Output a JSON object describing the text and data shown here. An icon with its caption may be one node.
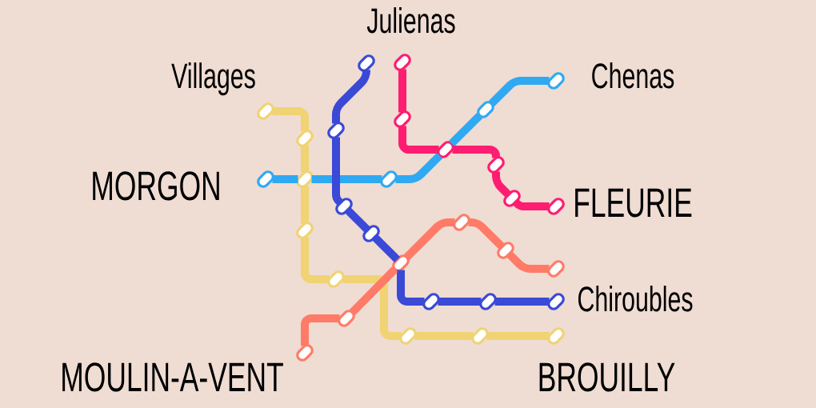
{
  "diagram": {
    "nodes": [
      {
        "text": [],
        "shape": "pill"
      },
      {
        "text": [],
        "shape": "pill"
      },
      {
        "text": [],
        "shape": "pill"
      },
      {
        "text": [],
        "shape": "pill"
      },
      {
        "text": [],
        "shape": "pill"
      },
      {
        "text": [],
        "shape": "pill"
      },
      {
        "text": [],
        "shape": "pill"
      },
      {
        "text": [],
        "shape": "pill"
      },
      {
        "text": [],
        "shape": "pill"
      },
      {
        "text": [],
        "shape": "pill"
      },
      {
        "text": [],
        "shape": "pill"
      },
      {
        "text": [],
        "shape": "pill"
      },
      {
        "text": [],
        "shape": "pill"
      },
      {
        "text": [],
        "shape": "pill"
      },
      {
        "text": [],
        "shape": "pill"
      },
      {
        "text": [],
        "shape": "pill"
      },
      {
        "text": [],
        "shape": "pill"
      },
      {
        "text": [],
        "shape": "pill"
      },
      {
        "text": [],
        "shape": "pill"
      },
      {
        "text": [],
        "shape": "pill"
      },
      {
        "text": [],
        "shape": "pill"
      },
      {
        "text": [],
        "shape": "pill"
      },
      {
        "text": [],
        "shape": "pill"
      },
      {
        "text": [],
        "shape": "pill"
      },
      {
        "text": [],
        "shape": "pill"
      },
      {
        "text": [],
        "shape": "pill"
      },
      {
        "text": [],
        "shape": "pill"
      },
      {
        "text": [],
        "shape": "pill"
      },
      {
        "text": [],
        "shape": "pill"
      },
      {
        "text": [],
        "shape": "pill"
      },
      {
        "text": [],
        "shape": "pill"
      }
    ],
    "edges": [
      {
        "from": 0,
        "to": 1,
        "arrow": "none",
        "color": "#f0d372"
      },
      {
        "from": 1,
        "to": 2,
        "arrow": "none",
        "color": "#f0d372"
      },
      {
        "from": 2,
        "to": 3,
        "arrow": "none",
        "color": "#f0d372"
      },
      {
        "from": 3,
        "to": 4,
        "arrow": "none",
        "color": "#f0d372"
      },
      {
        "from": 4,
        "to": 5,
        "arrow": "none",
        "color": "#f0d372"
      },
      {
        "from": 5,
        "to": 6,
        "arrow": "none",
        "color": "#f0d372"
      },
      {
        "from": 6,
        "to": 7,
        "arrow": "none",
        "color": "#f0d372"
      },
      {
        "from": 8,
        "to": 2,
        "arrow": "none",
        "color": "#2fa9f2"
      },
      {
        "from": 2,
        "to": 9,
        "arrow": "none",
        "color": "#2fa9f2"
      },
      {
        "from": 9,
        "to": 21,
        "arrow": "none",
        "color": "#2fa9f2"
      },
      {
        "from": 21,
        "to": 10,
        "arrow": "none",
        "color": "#2fa9f2"
      },
      {
        "from": 10,
        "to": 11,
        "arrow": "none",
        "color": "#2fa9f2"
      },
      {
        "from": 12,
        "to": 13,
        "arrow": "none",
        "color": "#3a49d6"
      },
      {
        "from": 13,
        "to": 14,
        "arrow": "none",
        "color": "#3a49d6"
      },
      {
        "from": 14,
        "to": 15,
        "arrow": "none",
        "color": "#3a49d6"
      },
      {
        "from": 15,
        "to": 27,
        "arrow": "none",
        "color": "#3a49d6"
      },
      {
        "from": 27,
        "to": 16,
        "arrow": "none",
        "color": "#3a49d6"
      },
      {
        "from": 16,
        "to": 17,
        "arrow": "none",
        "color": "#3a49d6"
      },
      {
        "from": 17,
        "to": 18,
        "arrow": "none",
        "color": "#3a49d6"
      },
      {
        "from": 19,
        "to": 20,
        "arrow": "none",
        "color": "#fe1d70"
      },
      {
        "from": 20,
        "to": 21,
        "arrow": "none",
        "color": "#fe1d70"
      },
      {
        "from": 21,
        "to": 22,
        "arrow": "none",
        "color": "#fe1d70"
      },
      {
        "from": 22,
        "to": 23,
        "arrow": "none",
        "color": "#fe1d70"
      },
      {
        "from": 23,
        "to": 24,
        "arrow": "none",
        "color": "#fe1d70"
      },
      {
        "from": 25,
        "to": 26,
        "arrow": "none",
        "color": "#ff7b68"
      },
      {
        "from": 26,
        "to": 27,
        "arrow": "none",
        "color": "#ff7b68"
      },
      {
        "from": 27,
        "to": 28,
        "arrow": "none",
        "color": "#ff7b68"
      },
      {
        "from": 28,
        "to": 29,
        "arrow": "none",
        "color": "#ff7b68"
      },
      {
        "from": 29,
        "to": 30,
        "arrow": "none",
        "color": "#ff7b68"
      }
    ],
    "labels": [
      "Julienas",
      "Villages",
      "Chenas",
      "MORGON",
      "FLEURIE",
      "Chiroubles",
      "MOULIN-A-VENT",
      "BROUILLY"
    ]
  }
}
